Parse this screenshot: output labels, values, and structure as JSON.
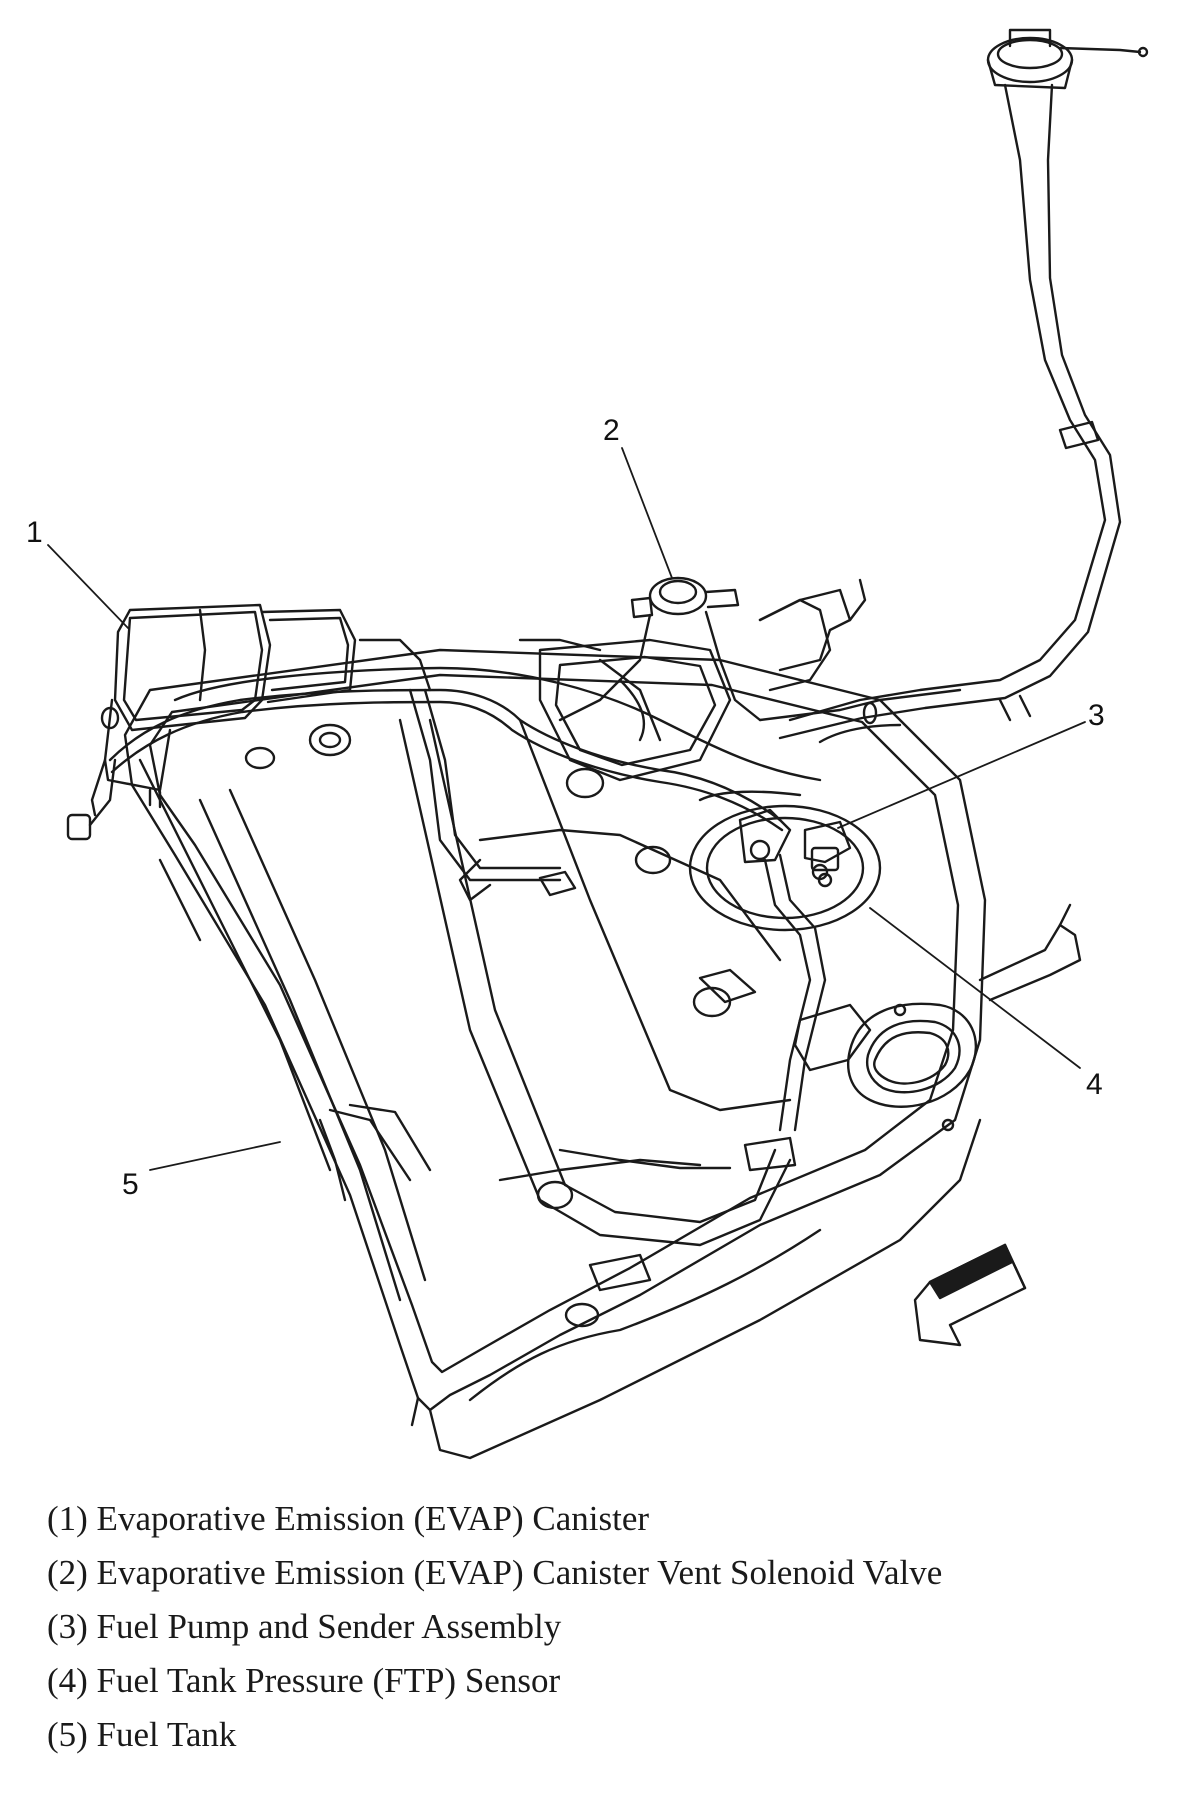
{
  "callouts": {
    "c1": "1",
    "c2": "2",
    "c3": "3",
    "c4": "4",
    "c5": "5"
  },
  "legend": [
    "(1) Evaporative Emission (EVAP) Canister",
    "(2) Evaporative Emission (EVAP) Canister Vent Solenoid Valve",
    "(3) Fuel Pump and Sender Assembly",
    "(4) Fuel Tank Pressure (FTP) Sensor",
    "(5) Fuel Tank"
  ]
}
